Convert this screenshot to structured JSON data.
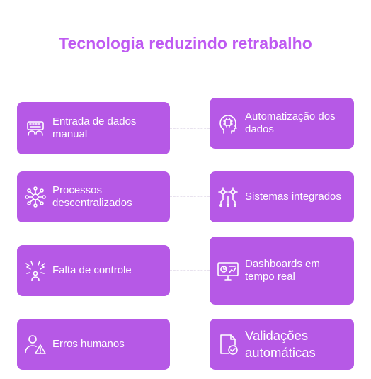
{
  "title": "Tecnologia reduzindo retrabalho",
  "problems": [
    {
      "label": "Entrada de dados manual",
      "icon": "keyboard-hands-icon"
    },
    {
      "label": "Processos descentralizados",
      "icon": "network-nodes-icon"
    },
    {
      "label": "Falta de controle",
      "icon": "chaos-person-icon"
    },
    {
      "label": "Erros humanos",
      "icon": "user-warning-icon"
    }
  ],
  "solutions": [
    {
      "label": "Automatização dos dados",
      "icon": "ai-head-chip-icon"
    },
    {
      "label": "Sistemas integrados",
      "icon": "gears-circuit-icon"
    },
    {
      "label": "Dashboards em tempo real",
      "icon": "dashboard-monitor-icon"
    },
    {
      "label": "Validações automáticas",
      "icon": "document-check-icon"
    }
  ],
  "colors": {
    "card": "#b659e6",
    "title": "#bf5af2",
    "connector": "#e8e2ee"
  }
}
